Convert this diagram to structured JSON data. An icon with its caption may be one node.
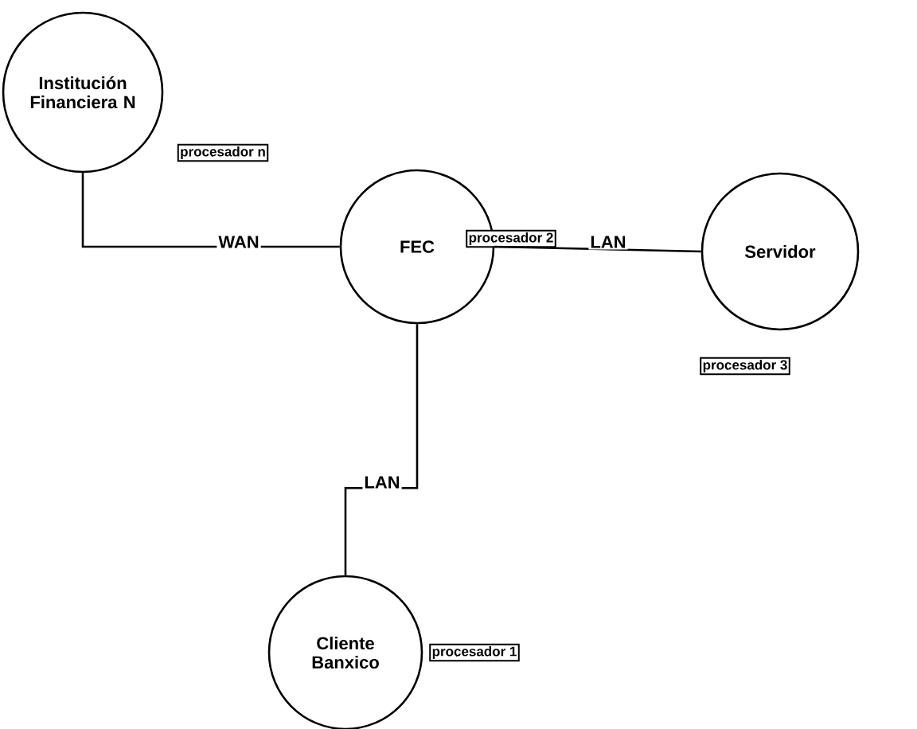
{
  "diagram": {
    "nodes": [
      {
        "text": [
          "Institución Financiera N"
        ]
      },
      {
        "text": [
          "procesador n"
        ]
      },
      {
        "text": [
          "procesador 2"
        ]
      },
      {
        "text": [
          "FEC"
        ]
      },
      {
        "text": [
          "Servidor"
        ]
      },
      {
        "text": [
          "procesador 3"
        ]
      },
      {
        "text": [
          "Cliente Banxico"
        ]
      },
      {
        "text": [
          "procesador 1"
        ]
      }
    ],
    "edges": [
      {
        "from": 0,
        "to": 3,
        "arrow": "none",
        "label": "WAN"
      },
      {
        "from": 3,
        "to": 4,
        "arrow": "none",
        "label": "LAN"
      },
      {
        "from": 3,
        "to": 6,
        "arrow": "none",
        "label": "LAN"
      }
    ]
  }
}
